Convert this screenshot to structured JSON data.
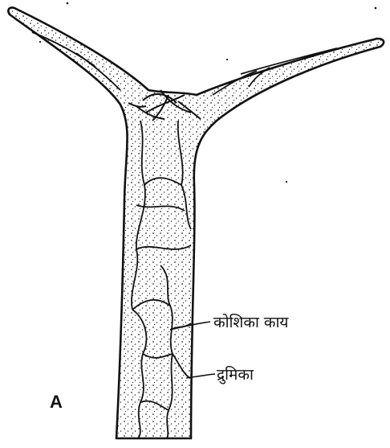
{
  "figure": {
    "panel_letter": "A",
    "labels": {
      "cell_body": "कोशिका काय",
      "dendrite": "द्रुमिका"
    }
  },
  "colors": {
    "ink": "#111111",
    "stipple": "#2a2a2a",
    "background": "#ffffff"
  }
}
